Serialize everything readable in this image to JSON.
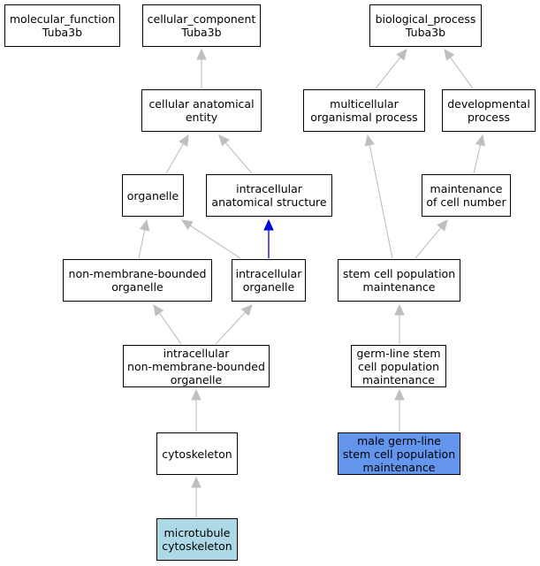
{
  "colors": {
    "edge_default": "#bfbfbf",
    "edge_highlight": "#0000e6",
    "node_default": "#ffffff",
    "node_target": "#6495ed",
    "node_selected": "#add8e6"
  },
  "nodes": {
    "mf": {
      "lines": [
        "molecular_function",
        "Tuba3b"
      ],
      "fill": "node_default"
    },
    "cc": {
      "lines": [
        "cellular_component",
        "Tuba3b"
      ],
      "fill": "node_default"
    },
    "bp": {
      "lines": [
        "biological_process",
        "Tuba3b"
      ],
      "fill": "node_default"
    },
    "cae": {
      "lines": [
        "cellular anatomical",
        "entity"
      ],
      "fill": "node_default"
    },
    "mop": {
      "lines": [
        "multicellular",
        "organismal process"
      ],
      "fill": "node_default"
    },
    "dev": {
      "lines": [
        "developmental",
        "process"
      ],
      "fill": "node_default"
    },
    "org": {
      "lines": [
        "organelle"
      ],
      "fill": "node_default"
    },
    "ias": {
      "lines": [
        "intracellular",
        "anatomical structure"
      ],
      "fill": "node_default"
    },
    "mcn": {
      "lines": [
        "maintenance",
        "of cell number"
      ],
      "fill": "node_default"
    },
    "nmbo": {
      "lines": [
        "non-membrane-bounded",
        "organelle"
      ],
      "fill": "node_default"
    },
    "io": {
      "lines": [
        "intracellular",
        "organelle"
      ],
      "fill": "node_default"
    },
    "scpm": {
      "lines": [
        "stem cell population",
        "maintenance"
      ],
      "fill": "node_default"
    },
    "inmbo": {
      "lines": [
        "intracellular",
        "non-membrane-bounded",
        "organelle"
      ],
      "fill": "node_default"
    },
    "glscpm": {
      "lines": [
        "germ-line stem",
        "cell population",
        "maintenance"
      ],
      "fill": "node_default"
    },
    "cyto": {
      "lines": [
        "cytoskeleton"
      ],
      "fill": "node_default"
    },
    "mglscpm": {
      "lines": [
        "male germ-line",
        "stem cell population",
        "maintenance"
      ],
      "fill": "node_target"
    },
    "mtc": {
      "lines": [
        "microtubule",
        "cytoskeleton"
      ],
      "fill": "node_selected"
    }
  },
  "edges": [
    {
      "from": "cae",
      "to": "cc",
      "style": "edge_default"
    },
    {
      "from": "org",
      "to": "cae",
      "style": "edge_default"
    },
    {
      "from": "ias",
      "to": "cae",
      "style": "edge_default"
    },
    {
      "from": "nmbo",
      "to": "org",
      "style": "edge_default"
    },
    {
      "from": "io",
      "to": "org",
      "style": "edge_default"
    },
    {
      "from": "io",
      "to": "ias",
      "style": "edge_highlight"
    },
    {
      "from": "inmbo",
      "to": "nmbo",
      "style": "edge_default"
    },
    {
      "from": "inmbo",
      "to": "io",
      "style": "edge_default"
    },
    {
      "from": "cyto",
      "to": "inmbo",
      "style": "edge_default"
    },
    {
      "from": "mtc",
      "to": "cyto",
      "style": "edge_default"
    },
    {
      "from": "mop",
      "to": "bp",
      "style": "edge_default"
    },
    {
      "from": "dev",
      "to": "bp",
      "style": "edge_default"
    },
    {
      "from": "mcn",
      "to": "dev",
      "style": "edge_default"
    },
    {
      "from": "scpm",
      "to": "mop",
      "style": "edge_default"
    },
    {
      "from": "scpm",
      "to": "mcn",
      "style": "edge_default"
    },
    {
      "from": "glscpm",
      "to": "scpm",
      "style": "edge_default"
    },
    {
      "from": "mglscpm",
      "to": "glscpm",
      "style": "edge_default"
    }
  ]
}
